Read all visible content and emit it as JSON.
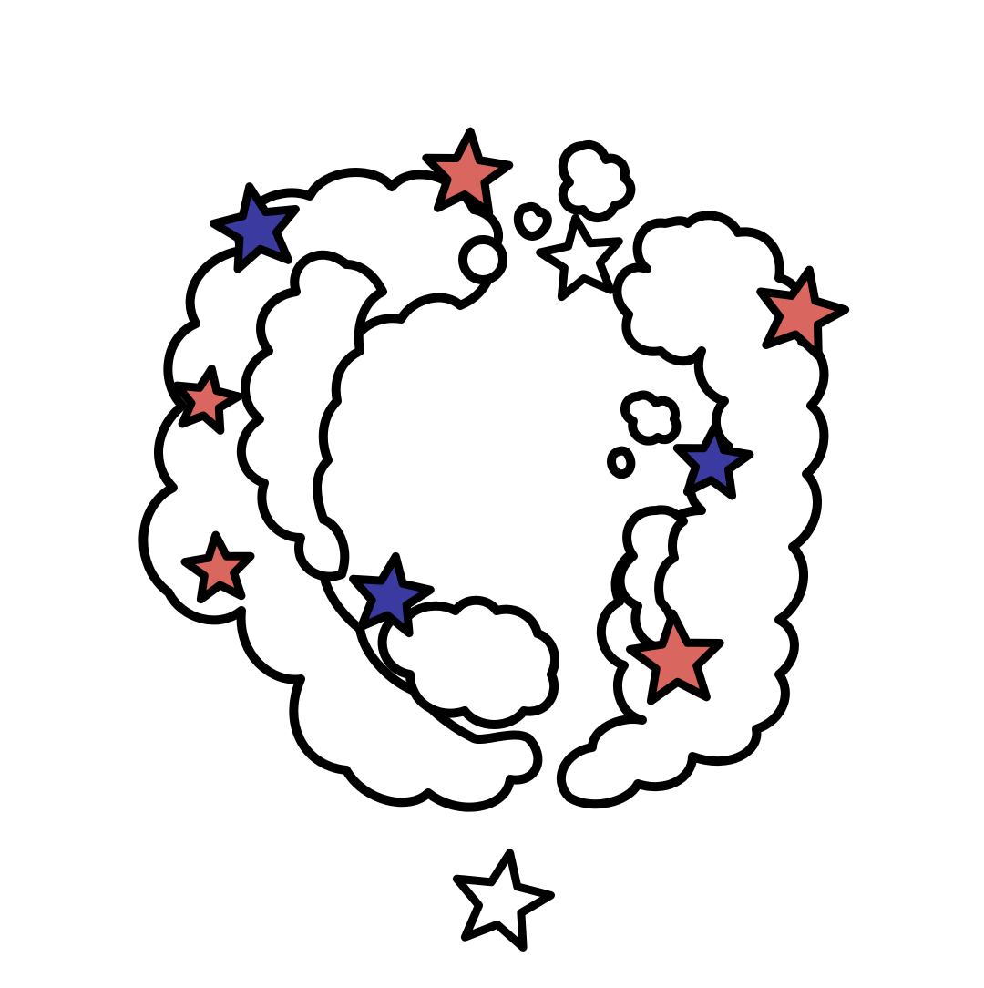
{
  "scene": {
    "subject": "cloud-wreath",
    "background_color": "#ffffff",
    "outline_color": "#000000"
  },
  "palette": {
    "red": "#d9675f",
    "blue": "#3b3aa0",
    "white": "#ffffff"
  },
  "stars": [
    {
      "name": "star-red-top",
      "color": "red"
    },
    {
      "name": "star-blue-top-left",
      "color": "blue"
    },
    {
      "name": "star-red-left",
      "color": "red"
    },
    {
      "name": "star-red-lower-left",
      "color": "red"
    },
    {
      "name": "star-blue-bottom-center",
      "color": "blue"
    },
    {
      "name": "star-white-top-center",
      "color": "white"
    },
    {
      "name": "star-red-right",
      "color": "red"
    },
    {
      "name": "star-blue-right",
      "color": "blue"
    },
    {
      "name": "star-red-lower-right",
      "color": "red"
    },
    {
      "name": "star-white-bottom",
      "color": "white"
    }
  ]
}
